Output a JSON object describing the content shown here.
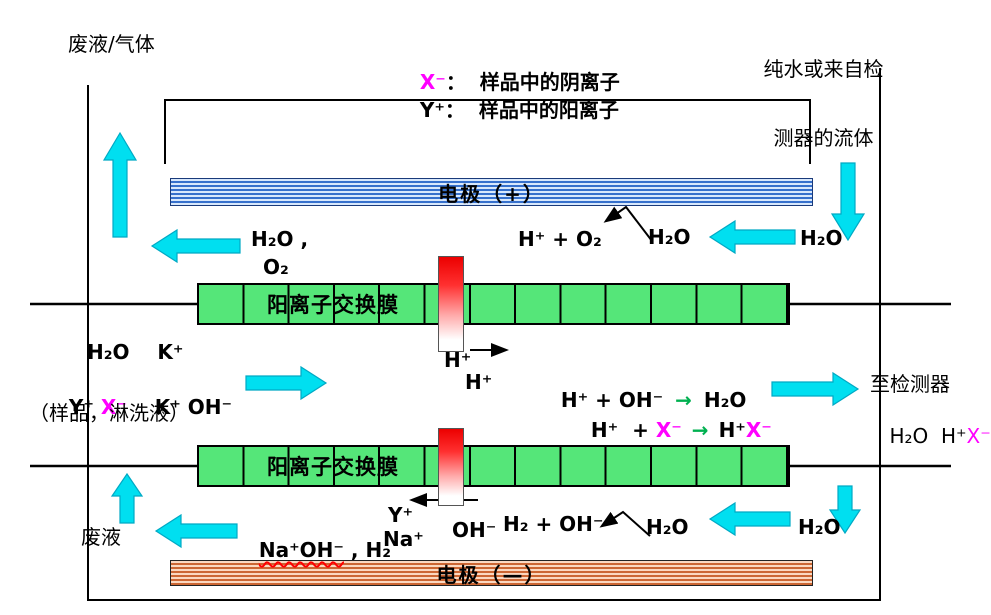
{
  "colors": {
    "flow_arrow_cyan": "#00dff0",
    "membrane_green": "#55e679",
    "anion_magenta": "#ff00ff",
    "reaction_arrow_green": "#00b050",
    "electrode_positive_blue": "#3670cc",
    "electrode_negative_orange": "#cc6633",
    "proton_bar_red": "#ec0000"
  },
  "top": {
    "waste_gas_label": "废液/气体",
    "inflow_line1": "纯水或来自检",
    "inflow_line2": "测器的流体",
    "legend": {
      "anion_symbol": "X⁻",
      "anion_desc": "：  样品中的阴离子",
      "cation_symbol": "Y⁺",
      "cation_desc": "：  样品中的阳离子"
    },
    "electrode_label": "电极（+）",
    "waste_h2o": "H₂O ,",
    "waste_o2": "O₂",
    "anode_products": "H⁺ + O₂",
    "anode_source": "H₂O",
    "inflow_h2o": "H₂O"
  },
  "membranes": {
    "top_label": "阳离子交换膜",
    "bottom_label": "阳离子交换膜"
  },
  "middle": {
    "proton1": "H⁺",
    "proton2": "H⁺",
    "eluent_line1": "H₂O    K⁺",
    "eluent_y": "Y⁺ ",
    "eluent_x": "X⁻",
    "eluent_rest": "    K⁺ OH⁻",
    "eluent_note": "（样品，淋洗液）",
    "reaction1_lhs": "H⁺ + OH⁻",
    "reaction_arrow": "→",
    "reaction1_rhs": "H₂O",
    "reaction2_lhs": "H⁺  + ",
    "reaction2_x": "X⁻",
    "reaction2_rhs_h": "H⁺",
    "reaction2_rhs_x": "X⁻",
    "to_detector": "至检测器",
    "detector_flow": "H₂O  H⁺",
    "detector_flow_x": "X⁻"
  },
  "bottom": {
    "cation_y": "Y⁺",
    "cation_na": "Na⁺",
    "waste_naoh": "Na⁺OH⁻",
    "waste_h2": " , H₂",
    "oh_minus": "OH⁻",
    "cathode_products": "H₂ + OH⁻",
    "cathode_source": "H₂O",
    "inflow_h2o": "H₂O",
    "waste_label": "废液",
    "electrode_label": "电极（—）"
  }
}
